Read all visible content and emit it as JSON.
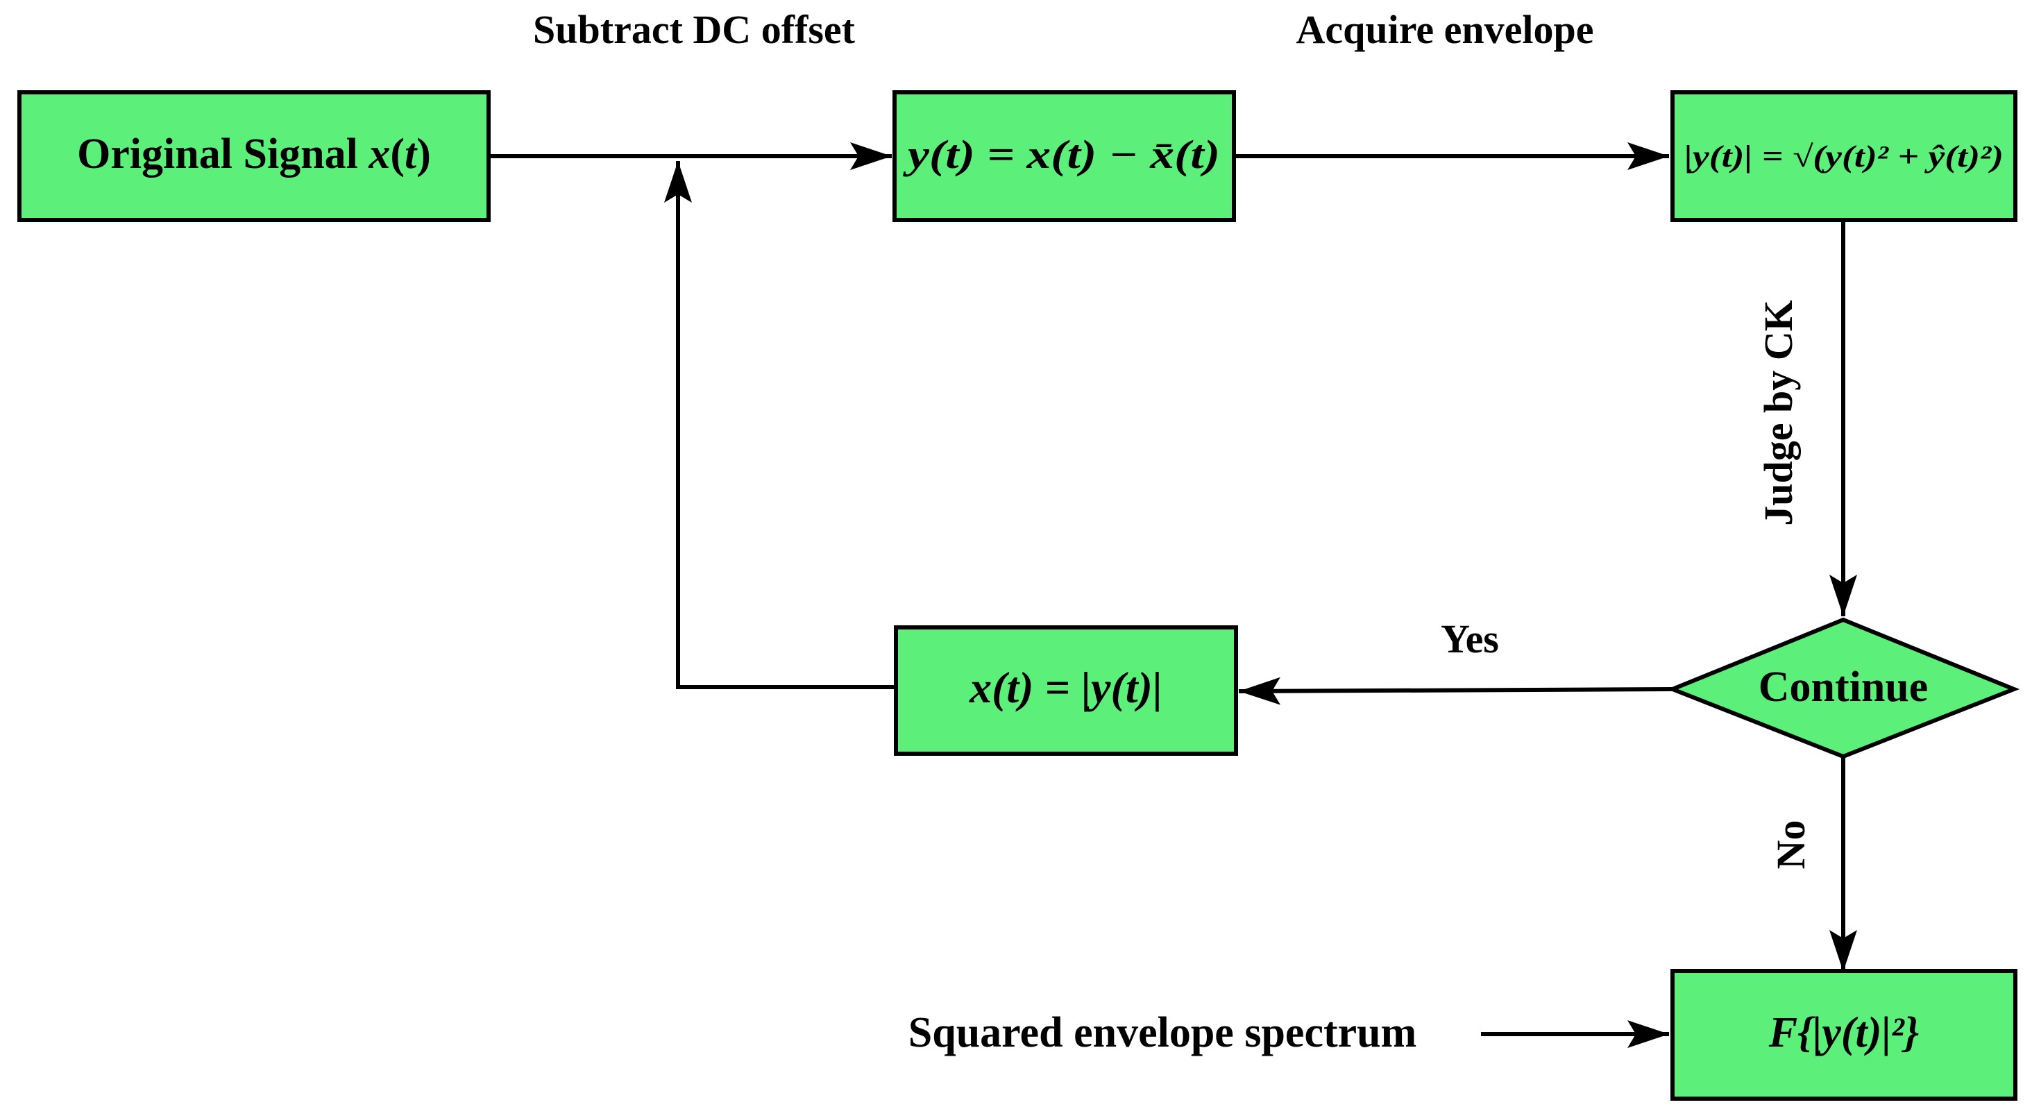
{
  "colors": {
    "box_fill": "#5cf07a",
    "stroke": "#000000"
  },
  "step_labels": {
    "subtract_dc": "Subtract DC offset",
    "acquire_envelope": "Acquire envelope",
    "judge_by_ck": "Judge by CK",
    "yes": "Yes",
    "no": "No",
    "squared_envelope_spectrum": "Squared envelope spectrum"
  },
  "nodes": {
    "original_signal": {
      "text": "Original Signal ",
      "var": "x",
      "lparen": "(",
      "arg": "t",
      "rparen": ")"
    },
    "subtract_formula": {
      "text": "y(t) = x(t) − x̄(t)"
    },
    "envelope_formula": {
      "text": "|y(t)| = √(y(t)² + ŷ(t)²)"
    },
    "update_formula": {
      "text": "x(t) = |y(t)|"
    },
    "decision": {
      "text": "Continue"
    },
    "spectrum_formula": {
      "text": "F{|y(t)|²}"
    }
  }
}
